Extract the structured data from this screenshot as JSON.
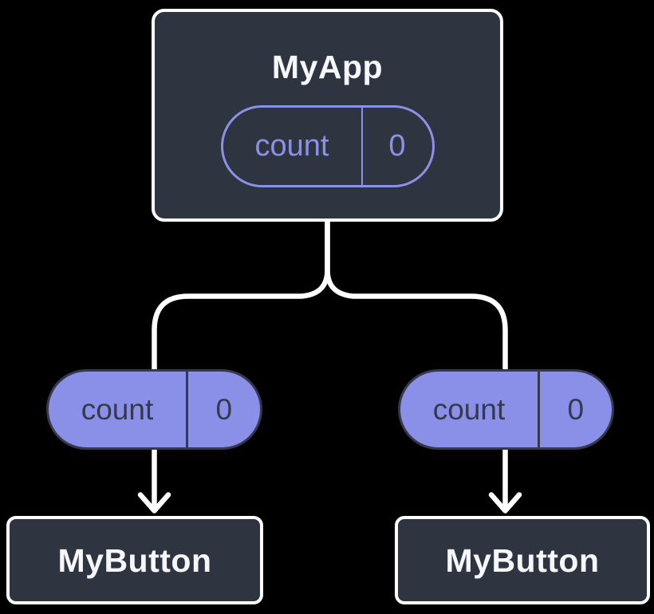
{
  "colors": {
    "background": "#000000",
    "node_fill": "#2E3440",
    "node_border": "#FFFFFF",
    "node_text": "#F6F7F9",
    "pill_fill": "#8A90E8",
    "pill_outline": "#8B91E6",
    "pill_dark": "#343A4C",
    "connector": "#FFFFFF"
  },
  "root": {
    "label": "MyApp",
    "pill": {
      "name": "count",
      "value": "0"
    }
  },
  "children": [
    {
      "label": "MyButton",
      "pill": {
        "name": "count",
        "value": "0"
      }
    },
    {
      "label": "MyButton",
      "pill": {
        "name": "count",
        "value": "0"
      }
    }
  ]
}
